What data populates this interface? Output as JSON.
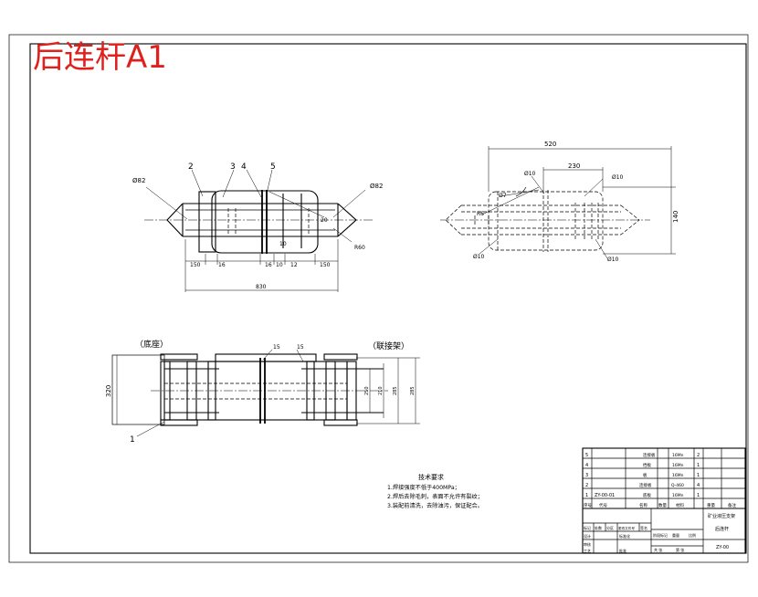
{
  "sheet_title": "后连杆A1",
  "view_front": {
    "labels": [
      "2",
      "3",
      "4",
      "5",
      "Ø82",
      "Ø82",
      "R60"
    ],
    "dims": [
      "150",
      "16",
      "16",
      "10",
      "12",
      "150",
      "830"
    ],
    "inner": [
      "10",
      "20"
    ]
  },
  "view_side": {
    "labels": [
      "Ø10",
      "Ø10",
      "Ø7",
      "R6",
      "Ø10",
      "Ø10"
    ],
    "dims": [
      "520",
      "230",
      "140"
    ]
  },
  "view_bottom": {
    "caption_left": "（底座）",
    "caption_right": "（联接架）",
    "labels": [
      "15",
      "15",
      "1"
    ],
    "dims": [
      "320",
      "250",
      "210",
      "285",
      "285"
    ]
  },
  "tech_req": {
    "title": "技术要求",
    "items": [
      "1.焊接强度不低于400MPa；",
      "2.焊后去除毛刺，表面不允许有裂纹；",
      "3.装配前清洗，去除油污，保证配合。"
    ]
  },
  "title_block": {
    "parts": [
      {
        "no": "5",
        "name": "连接板",
        "qty": "2",
        "mat": "16Mn"
      },
      {
        "no": "4",
        "name": "挡板",
        "qty": "1",
        "mat": "16Mn"
      },
      {
        "no": "3",
        "name": "板",
        "qty": "1",
        "mat": "16Mn"
      },
      {
        "no": "2",
        "name": "连接板",
        "qty": "4",
        "mat": "Q-460"
      },
      {
        "no": "1",
        "name": "底板",
        "qty": "1",
        "mat": "16Mn"
      }
    ],
    "header": [
      "序号",
      "代号",
      "名称",
      "数量",
      "材料",
      "重量",
      "备注"
    ],
    "drawing_no": "ZY-00-01",
    "company": "矿业液压支架",
    "part_name": "后连杆",
    "code": "ZY-00",
    "sign_cells": [
      "标记",
      "处数",
      "分区",
      "更改文件号",
      "签名",
      "日期"
    ],
    "role_cells": [
      "设计",
      "审核",
      "工艺",
      "批准"
    ],
    "stage_cells": [
      "阶段标记",
      "重量",
      "比例"
    ],
    "sheet_cells": [
      "共 张",
      "第 张"
    ],
    "std_label": "标准化"
  }
}
